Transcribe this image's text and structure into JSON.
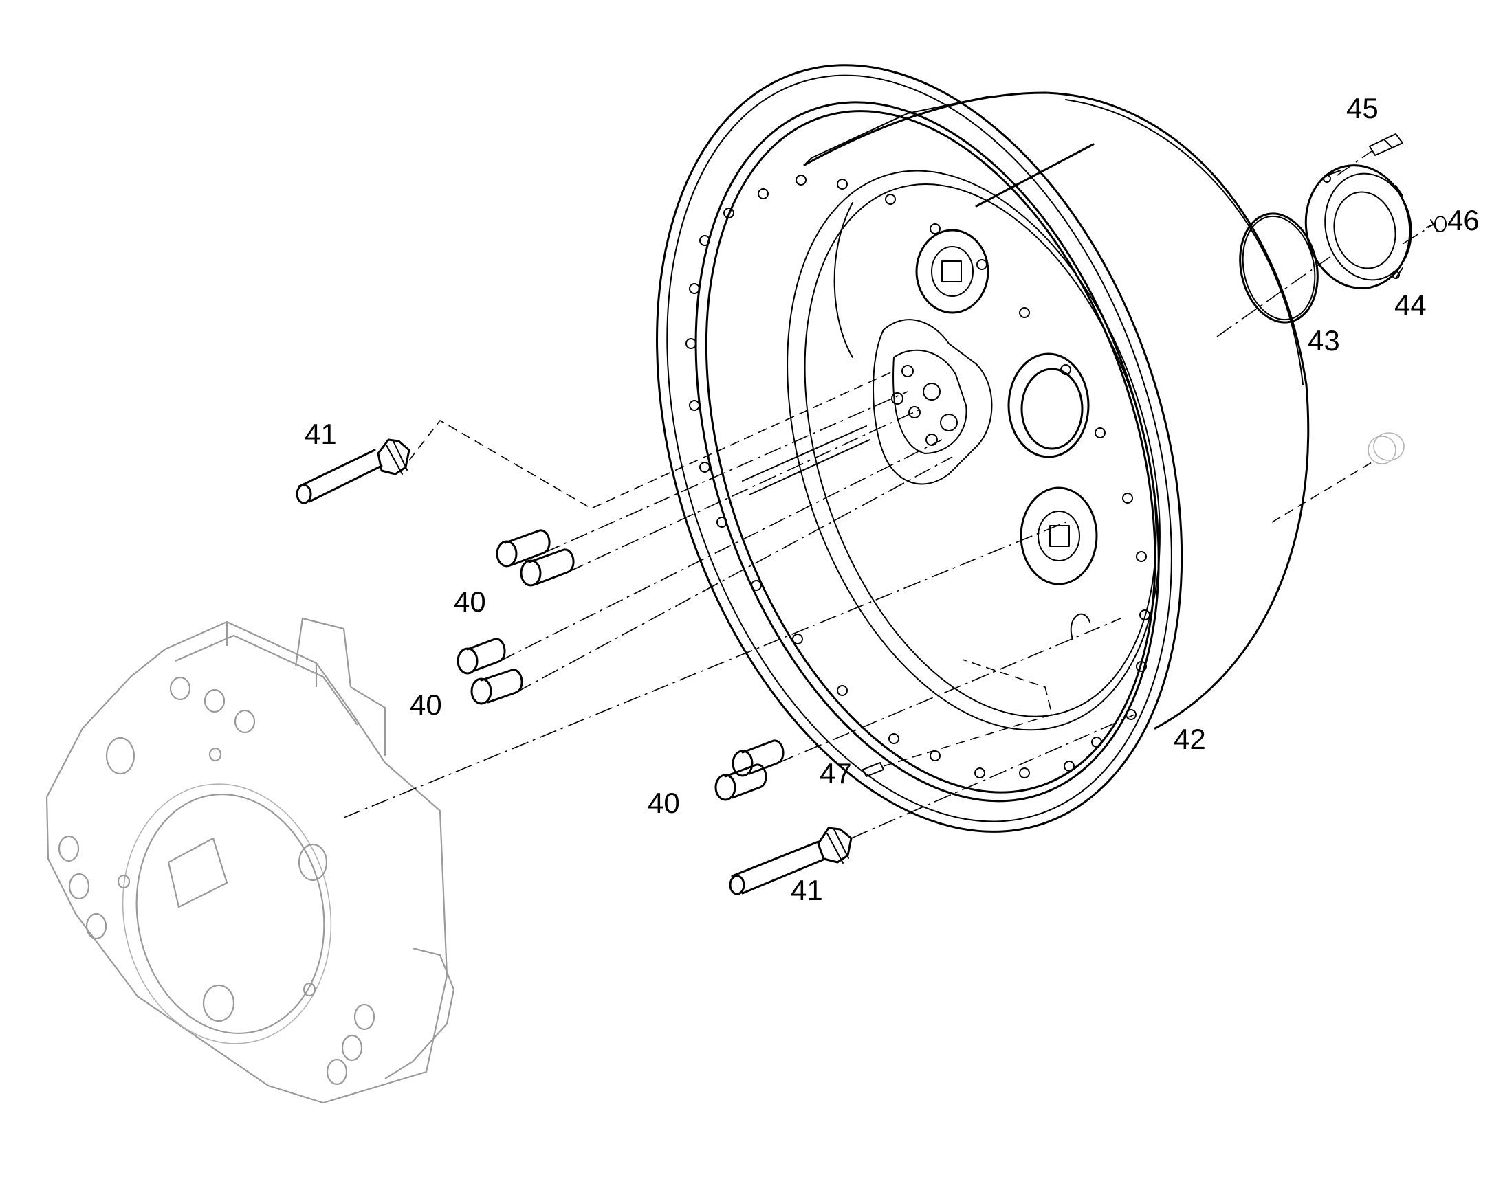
{
  "callouts": [
    {
      "id": "40a",
      "text": "40"
    },
    {
      "id": "40b",
      "text": "40"
    },
    {
      "id": "40c",
      "text": "40"
    },
    {
      "id": "41a",
      "text": "41"
    },
    {
      "id": "41b",
      "text": "41"
    },
    {
      "id": "42",
      "text": "42"
    },
    {
      "id": "43",
      "text": "43"
    },
    {
      "id": "44",
      "text": "44"
    },
    {
      "id": "45",
      "text": "45"
    },
    {
      "id": "46",
      "text": "46"
    },
    {
      "id": "47",
      "text": "47"
    }
  ]
}
